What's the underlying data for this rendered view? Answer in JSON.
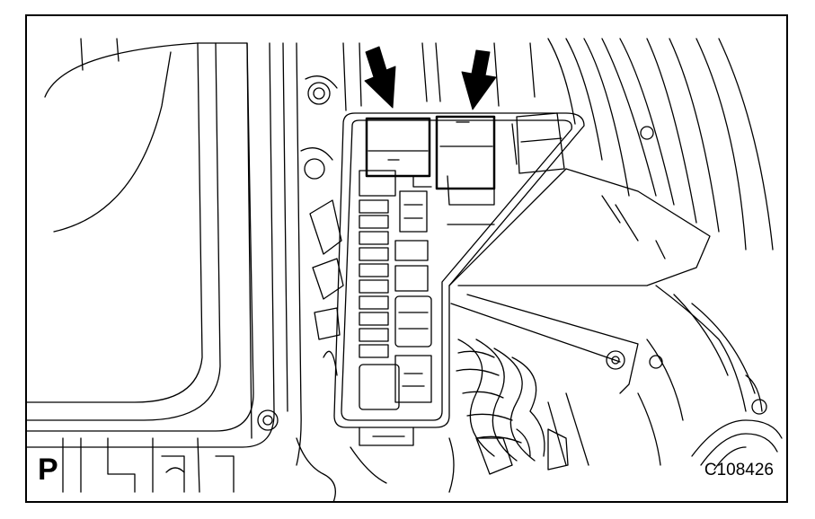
{
  "figure": {
    "view_letter": "P",
    "figure_code": "C108426"
  },
  "arrows": [
    {
      "name": "left-arrow",
      "count_label": ""
    },
    {
      "name": "right-arrow",
      "count_label": ""
    }
  ],
  "colors": {
    "line": "#000000",
    "background": "#ffffff"
  }
}
